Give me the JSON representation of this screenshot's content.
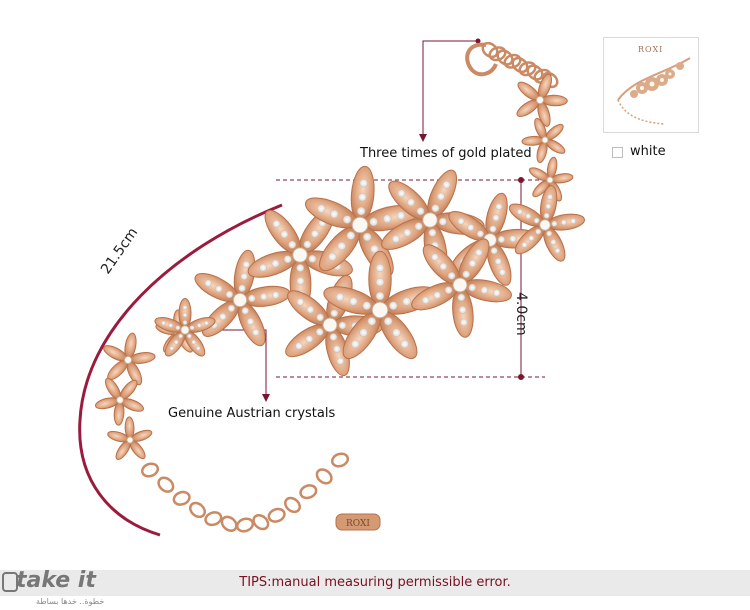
{
  "annotations": {
    "gold_plated": "Three times of gold plated",
    "crystals": "Genuine Austrian crystals",
    "length": "21.5cm",
    "width": "4.0cm"
  },
  "thumbnail": {
    "brand": "ROXI"
  },
  "color_option": {
    "label": "white"
  },
  "clasp_tag": "ROXI",
  "footer": {
    "tips": "TIPS:manual measuring permissible error."
  },
  "watermark": {
    "name": "take it",
    "tagline": "خطوة.. خدها بساطة"
  },
  "colors": {
    "gold": "#d9a07a",
    "gold_dark": "#b8714a",
    "crystal": "#f4efe8",
    "guide_line": "#7a1530",
    "arc": "#9b1b3e"
  }
}
